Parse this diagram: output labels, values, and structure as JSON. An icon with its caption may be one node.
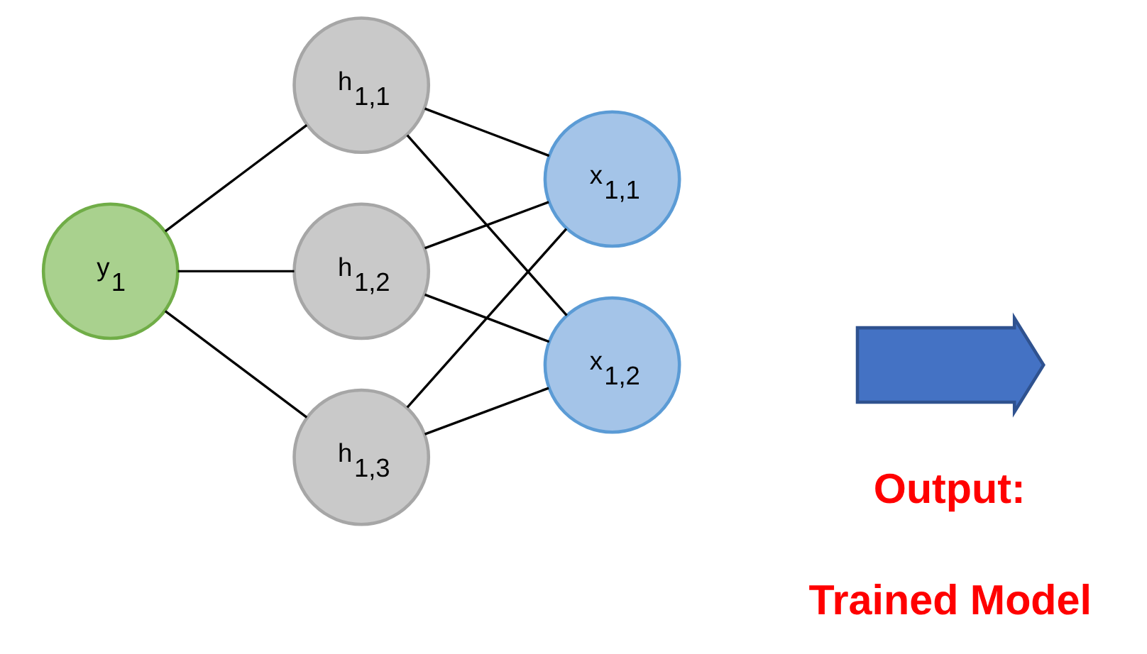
{
  "diagram": {
    "nodes": [
      {
        "text": [
          "y$_{1}$"
        ]
      },
      {
        "text": [
          "h$_{1,1}$"
        ]
      },
      {
        "text": [
          "h$_{1,2}$"
        ]
      },
      {
        "text": [
          "h$_{1,3}$"
        ]
      },
      {
        "text": [
          "x$_{1,1}$"
        ]
      },
      {
        "text": [
          "x$_{1,2}$"
        ]
      },
      {
        "text": [],
        "shape": "arrow"
      }
    ],
    "edges": [
      {
        "from": 0,
        "to": 1,
        "arrow": "none"
      },
      {
        "from": 0,
        "to": 2,
        "arrow": "none"
      },
      {
        "from": 0,
        "to": 3,
        "arrow": "none"
      },
      {
        "from": 1,
        "to": 4,
        "arrow": "none"
      },
      {
        "from": 1,
        "to": 5,
        "arrow": "none"
      },
      {
        "from": 2,
        "to": 4,
        "arrow": "none"
      },
      {
        "from": 2,
        "to": 5,
        "arrow": "none"
      },
      {
        "from": 3,
        "to": 4,
        "arrow": "none"
      },
      {
        "from": 3,
        "to": 5,
        "arrow": "none"
      }
    ],
    "labels": [
      "Output:",
      "Trained Model"
    ]
  }
}
